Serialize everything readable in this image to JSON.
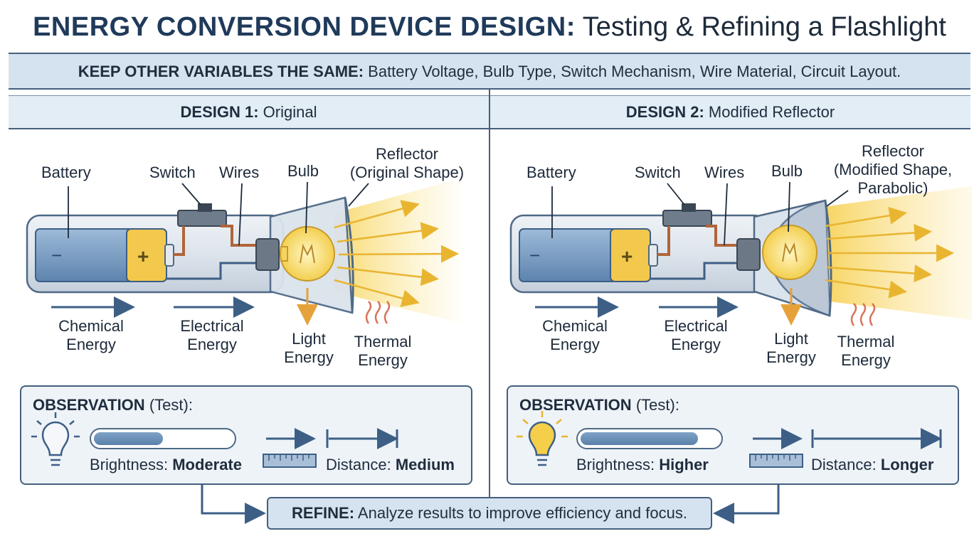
{
  "title": {
    "bold": "ENERGY CONVERSION DEVICE DESIGN:",
    "rest": "Testing & Refining a Flashlight"
  },
  "keep": {
    "bold": "KEEP OTHER VARIABLES THE SAME:",
    "rest": "Battery Voltage, Bulb Type, Switch Mechanism, Wire Material, Circuit Layout."
  },
  "design1": {
    "header_bold": "DESIGN 1:",
    "header_rest": "Original",
    "labels": {
      "battery": "Battery",
      "switch": "Switch",
      "wires": "Wires",
      "bulb": "Bulb",
      "reflector_1": "Reflector",
      "reflector_2": "(Original Shape)"
    },
    "energy": {
      "chem_1": "Chemical",
      "chem_2": "Energy",
      "elec_1": "Electrical",
      "elec_2": "Energy",
      "light_1": "Light",
      "light_2": "Energy",
      "therm_1": "Thermal",
      "therm_2": "Energy"
    },
    "battery_minus": "−",
    "battery_plus": "+",
    "observation": {
      "title_bold": "OBSERVATION",
      "title_rest": "(Test):",
      "brightness_label": "Brightness:",
      "brightness_value": "Moderate",
      "brightness_level": 0.5,
      "distance_label": "Distance:",
      "distance_value": "Medium"
    }
  },
  "design2": {
    "header_bold": "DESIGN 2:",
    "header_rest": "Modified Reflector",
    "labels": {
      "battery": "Battery",
      "switch": "Switch",
      "wires": "Wires",
      "bulb": "Bulb",
      "reflector_1": "Reflector",
      "reflector_2": "(Modified Shape,",
      "reflector_3": "Parabolic)"
    },
    "energy": {
      "chem_1": "Chemical",
      "chem_2": "Energy",
      "elec_1": "Electrical",
      "elec_2": "Energy",
      "light_1": "Light",
      "light_2": "Energy",
      "therm_1": "Thermal",
      "therm_2": "Energy"
    },
    "battery_minus": "−",
    "battery_plus": "+",
    "observation": {
      "title_bold": "OBSERVATION",
      "title_rest": "(Test):",
      "brightness_label": "Brightness:",
      "brightness_value": "Higher",
      "brightness_level": 0.85,
      "distance_label": "Distance:",
      "distance_value": "Longer"
    }
  },
  "refine": {
    "bold": "REFINE:",
    "rest": "Analyze results to improve efficiency and focus."
  },
  "colors": {
    "navy": "#1f3a5a",
    "band": "#d5e3f0",
    "battery_blue": "#6f95bd",
    "battery_yellow": "#f2c94c",
    "light": "#f5d25e",
    "arrow_blue": "#3d5f86",
    "thermal": "#d9745a"
  }
}
